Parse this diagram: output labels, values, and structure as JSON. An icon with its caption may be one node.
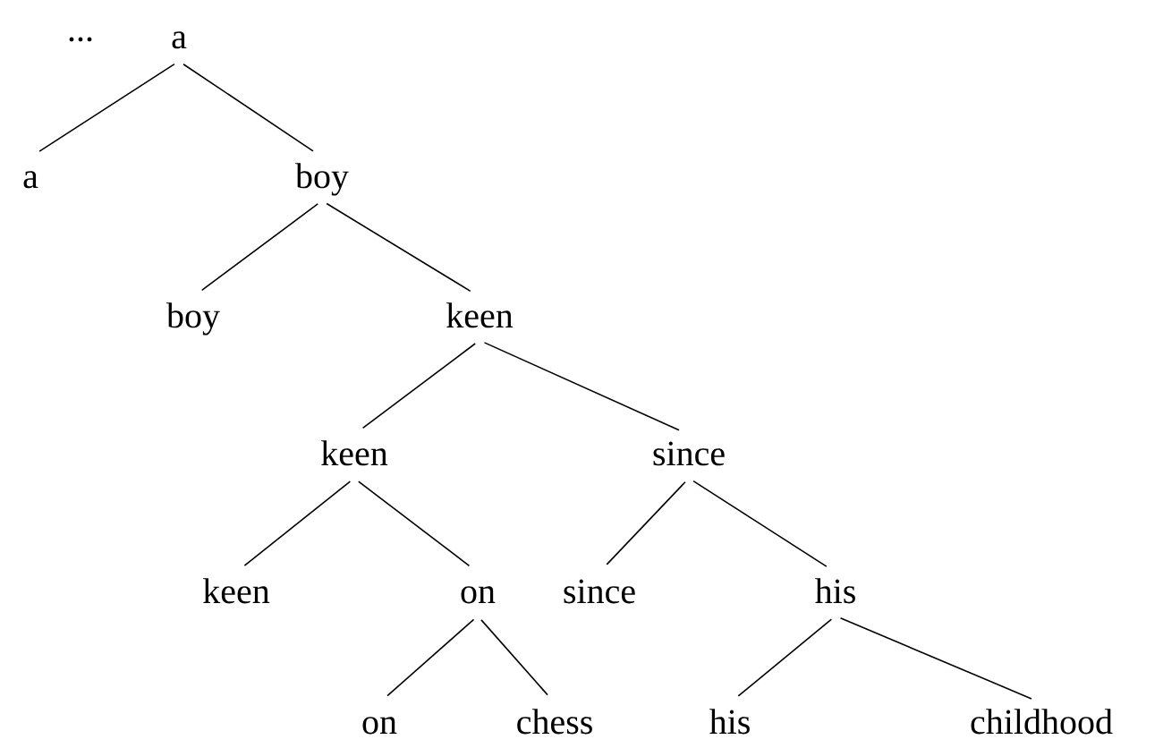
{
  "diagram": {
    "nodes": [
      {
        "text": [
          "a"
        ]
      },
      {
        "text": [
          "a"
        ]
      },
      {
        "text": [
          "boy"
        ]
      },
      {
        "text": [
          "boy"
        ]
      },
      {
        "text": [
          "keen"
        ]
      },
      {
        "text": [
          "keen"
        ]
      },
      {
        "text": [
          "since"
        ]
      },
      {
        "text": [
          "keen"
        ]
      },
      {
        "text": [
          "on"
        ]
      },
      {
        "text": [
          "since"
        ]
      },
      {
        "text": [
          "his"
        ]
      },
      {
        "text": [
          "on"
        ]
      },
      {
        "text": [
          "chess"
        ]
      },
      {
        "text": [
          "his"
        ]
      },
      {
        "text": [
          "childhood"
        ]
      }
    ],
    "edges": [
      {
        "from": 0,
        "to": 1,
        "arrow": "none"
      },
      {
        "from": 0,
        "to": 2,
        "arrow": "none"
      },
      {
        "from": 2,
        "to": 3,
        "arrow": "none"
      },
      {
        "from": 2,
        "to": 4,
        "arrow": "none"
      },
      {
        "from": 4,
        "to": 5,
        "arrow": "none"
      },
      {
        "from": 4,
        "to": 6,
        "arrow": "none"
      },
      {
        "from": 5,
        "to": 7,
        "arrow": "none"
      },
      {
        "from": 5,
        "to": 8,
        "arrow": "none"
      },
      {
        "from": 6,
        "to": 9,
        "arrow": "none"
      },
      {
        "from": 6,
        "to": 10,
        "arrow": "none"
      },
      {
        "from": 8,
        "to": 11,
        "arrow": "none"
      },
      {
        "from": 8,
        "to": 12,
        "arrow": "none"
      },
      {
        "from": 10,
        "to": 13,
        "arrow": "none"
      },
      {
        "from": 10,
        "to": 14,
        "arrow": "none"
      }
    ],
    "labels": [
      "..."
    ]
  }
}
